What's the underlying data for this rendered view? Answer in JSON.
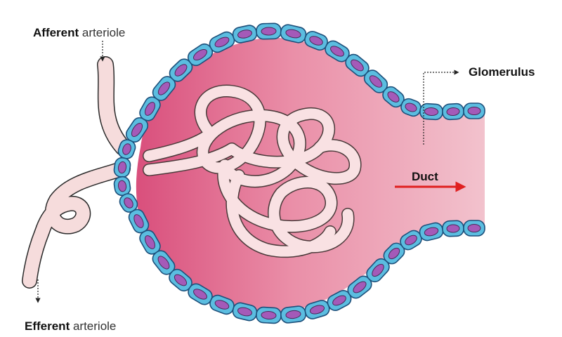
{
  "labels": {
    "afferent_bold": "Afferent",
    "afferent_rest": "arteriole",
    "efferent_bold": "Efferent",
    "efferent_rest": "arteriole",
    "glomerulus": "Glomerulus",
    "duct": "Duct"
  },
  "colors": {
    "cell_fill": "#5bbde0",
    "cell_stroke": "#1d4f7a",
    "nucleus": "#a45ab8",
    "lumen_dark": "#d94f7c",
    "lumen_light": "#f2bfcc",
    "duct_fill": "#f0bcc6",
    "vessel_fill": "#f6dcdc",
    "vessel_stroke": "#2a2a2a",
    "arrow_red": "#e02020"
  }
}
